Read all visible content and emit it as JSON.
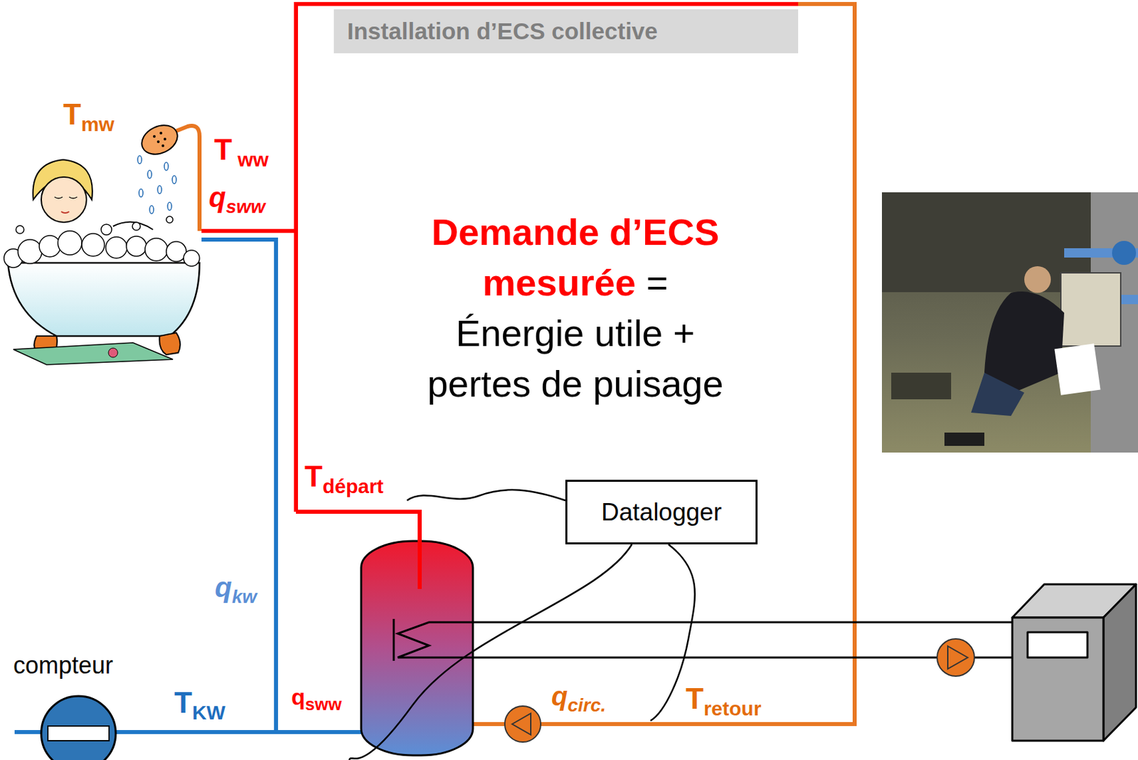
{
  "diagram": {
    "nodes": [
      {
        "text": [
          "Installation d’ECS collective"
        ]
      },
      {
        "text": [
          "Datalogger"
        ]
      },
      {
        "text": [
          "compteur"
        ]
      }
    ],
    "labels": [
      "Tmw",
      "T ww",
      "qsww",
      "Demande d’ECS mesurée",
      "=",
      "Énergie utile + pertes de puisage",
      "qkw",
      "Tdépart",
      "qsww",
      "TKW",
      "qcirc.",
      "Tretour"
    ]
  }
}
